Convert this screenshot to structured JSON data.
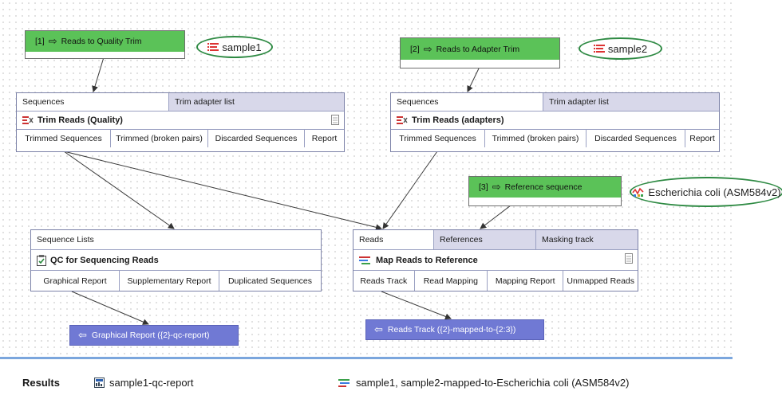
{
  "inputs": [
    {
      "label": "[1]",
      "name": "Reads to Quality Trim"
    },
    {
      "label": "[2]",
      "name": "Reads to Adapter Trim"
    },
    {
      "label": "[3]",
      "name": "Reference sequence"
    }
  ],
  "annotations": {
    "sample1": "sample1",
    "sample2": "sample2",
    "reference": "Escherichia coli (ASM584v2)"
  },
  "tools": {
    "trim_quality": {
      "inputs": [
        "Sequences",
        "Trim adapter list"
      ],
      "title": "Trim Reads (Quality)",
      "outputs": [
        "Trimmed Sequences",
        "Trimmed (broken pairs)",
        "Discarded Sequences",
        "Report"
      ]
    },
    "trim_adapters": {
      "inputs": [
        "Sequences",
        "Trim adapter list"
      ],
      "title": "Trim Reads (adapters)",
      "outputs": [
        "Trimmed Sequences",
        "Trimmed (broken pairs)",
        "Discarded Sequences",
        "Report"
      ]
    },
    "qc": {
      "inputs": [
        "Sequence Lists"
      ],
      "title": "QC for Sequencing Reads",
      "outputs": [
        "Graphical Report",
        "Supplementary Report",
        "Duplicated Sequences"
      ]
    },
    "map": {
      "inputs": [
        "Reads",
        "References",
        "Masking track"
      ],
      "title": "Map Reads to Reference",
      "outputs": [
        "Reads Track",
        "Read Mapping",
        "Mapping Report",
        "Unmapped Reads"
      ]
    }
  },
  "outputs": [
    "Graphical Report ({2}-qc-report)",
    "Reads Track ({2}-mapped-to-{2:3})"
  ],
  "results": {
    "label": "Results",
    "items": [
      "sample1-qc-report",
      "sample1, sample2-mapped-to-Escherichia coli (ASM584v2)"
    ]
  },
  "colors": {
    "input_green": "#5bc258",
    "ellipse_green": "#2e8a43",
    "output_blue": "#7079d4",
    "tool_alt_input": "#d8d8ea",
    "divider_blue": "#7ba6dd"
  },
  "icons": {
    "input": "arrow-right-outline-icon",
    "output": "arrow-left-outline-icon",
    "sequence_list": "sequence-list-icon",
    "reference": "reference-sequence-icon",
    "trim": "trim-reads-icon",
    "qc": "qc-clipboard-icon",
    "map": "map-reads-icon",
    "report": "report-icon",
    "reads_track": "reads-track-icon"
  }
}
